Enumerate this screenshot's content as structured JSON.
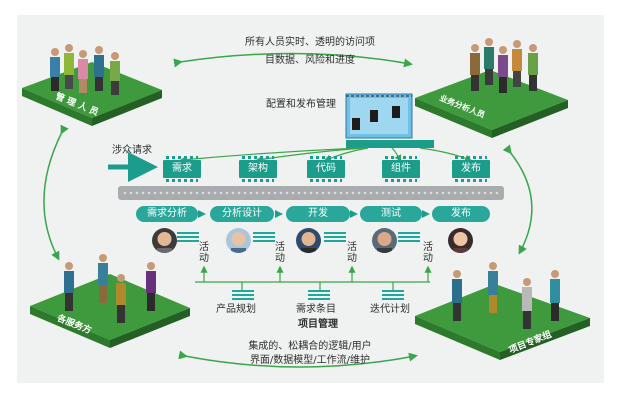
{
  "top_text": {
    "line1": "所有人员实时、透明的访问项",
    "line2": "目数据、风险和进度"
  },
  "bottom_text": {
    "line1": "集成的、松耦合的逻辑/用户",
    "line2": "界面/数据模型/工作流/维护"
  },
  "config_label": "配置和发布管理",
  "request_label": "涉众请求",
  "artifacts": [
    "需求",
    "架构",
    "代码",
    "组件",
    "发布"
  ],
  "stages": [
    "需求分析",
    "分析设计",
    "开发",
    "测试",
    "发布"
  ],
  "activity_label": "活\n动",
  "mgmt": {
    "items": [
      "产品规划",
      "需求条目",
      "迭代计划"
    ],
    "title": "项目管理"
  },
  "platforms": {
    "top_left": "管 理 人 员",
    "top_right": "业务分析人员",
    "bottom_left": "各服务方",
    "bottom_right": "项目专家组"
  },
  "colors": {
    "accent": "#1c9d8c",
    "platform": "#2f8f3b",
    "arrow": "#3aa64a"
  }
}
